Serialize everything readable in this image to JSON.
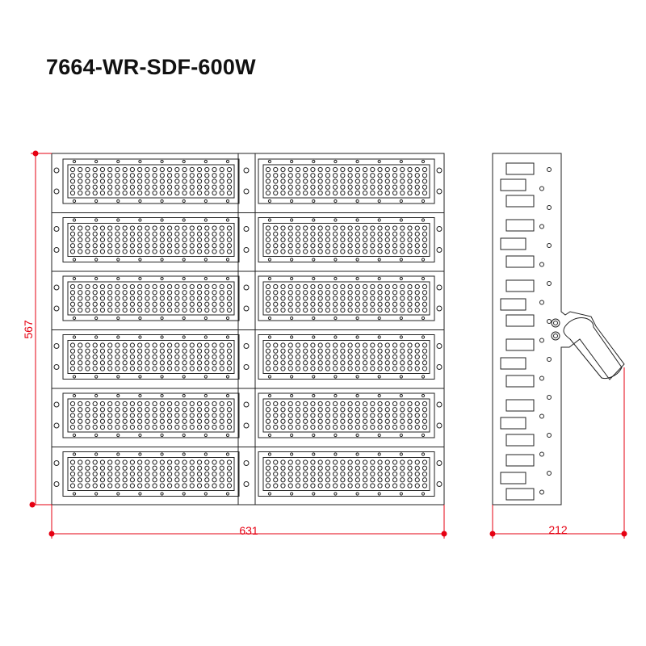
{
  "title": "7664-WR-SDF-600W",
  "dimensions": {
    "height_label": "567",
    "width_label": "631",
    "depth_label": "212"
  },
  "front_view": {
    "columns": 2,
    "rows": 6
  },
  "colors": {
    "line": "#222222",
    "dimension": "#e60012",
    "background": "#ffffff"
  }
}
